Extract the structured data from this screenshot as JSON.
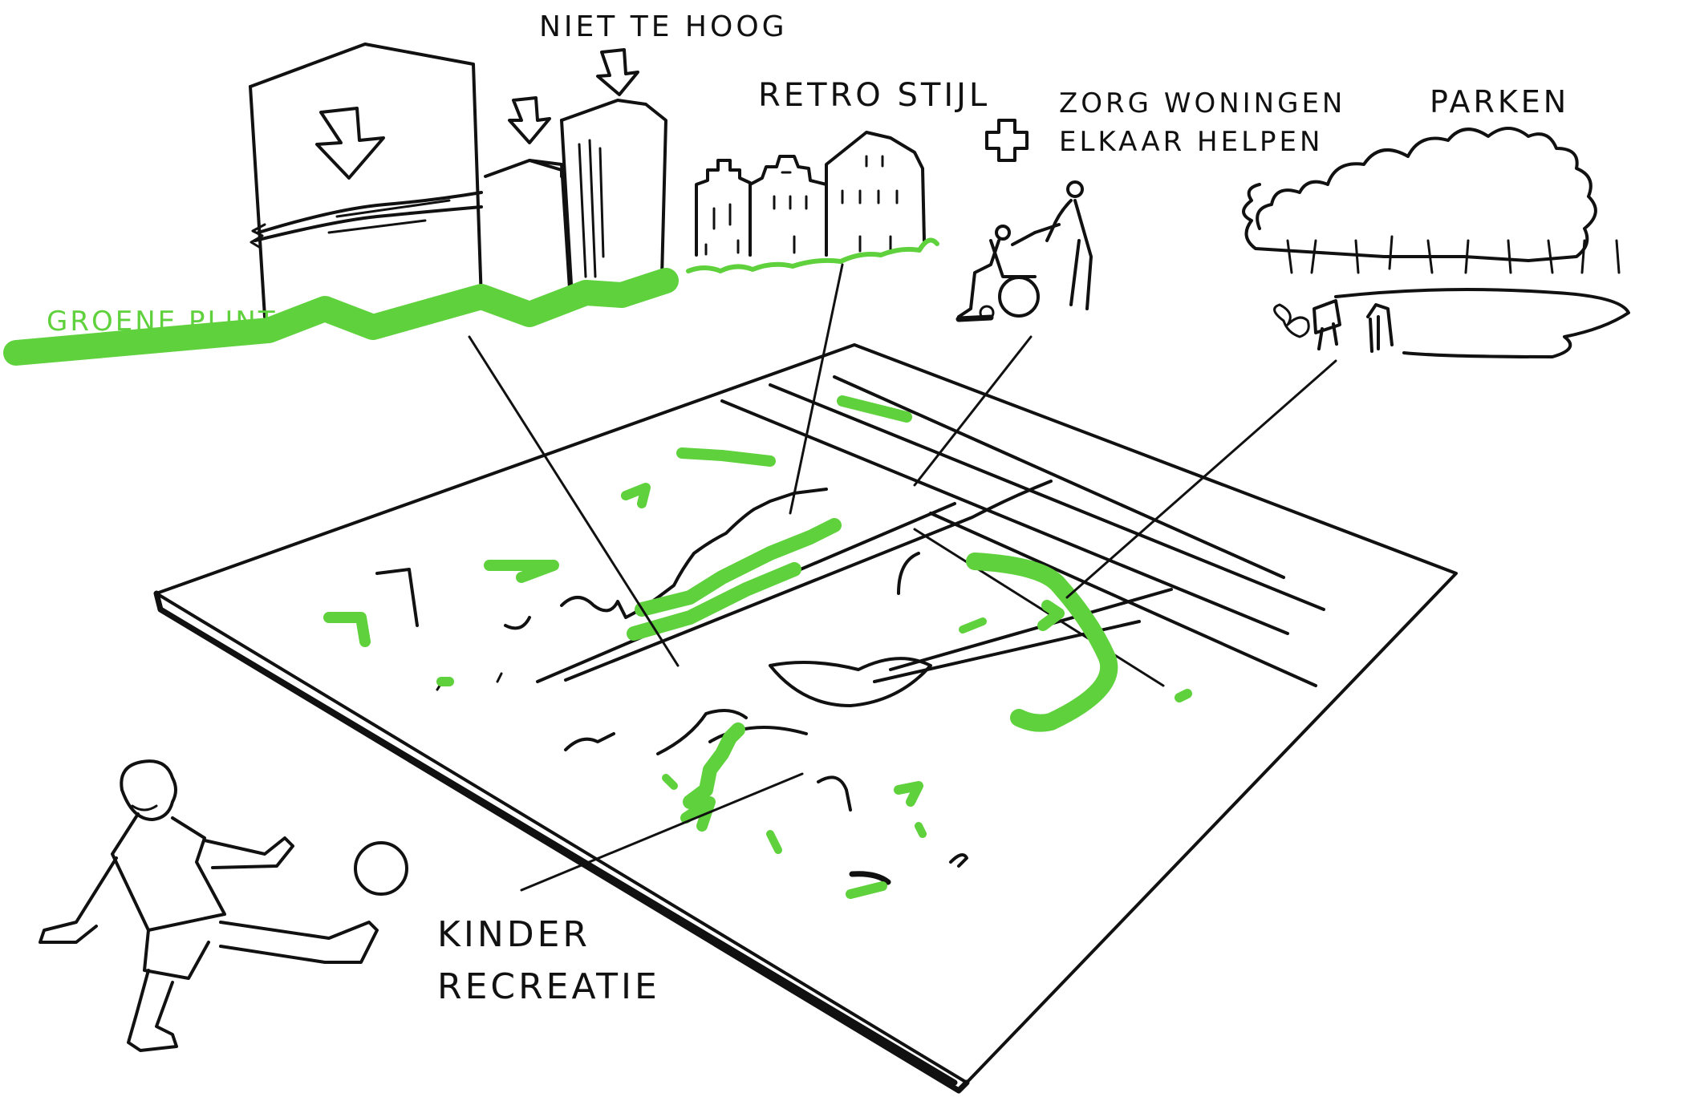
{
  "labels": {
    "niet_te_hoog": "NIET TE HOOG",
    "retro_stijl": "RETRO STIJL",
    "zorg_line1": "ZORG WONINGEN",
    "zorg_line2": "ELKAAR HELPEN",
    "parken": "PARKEN",
    "groene_plint": "GROENE PLINT",
    "kinder": "KINDER",
    "recreatie": "RECREATIE"
  },
  "colors": {
    "ink": "#111111",
    "marker_green": "#5fd13c",
    "paper": "#ffffff"
  }
}
